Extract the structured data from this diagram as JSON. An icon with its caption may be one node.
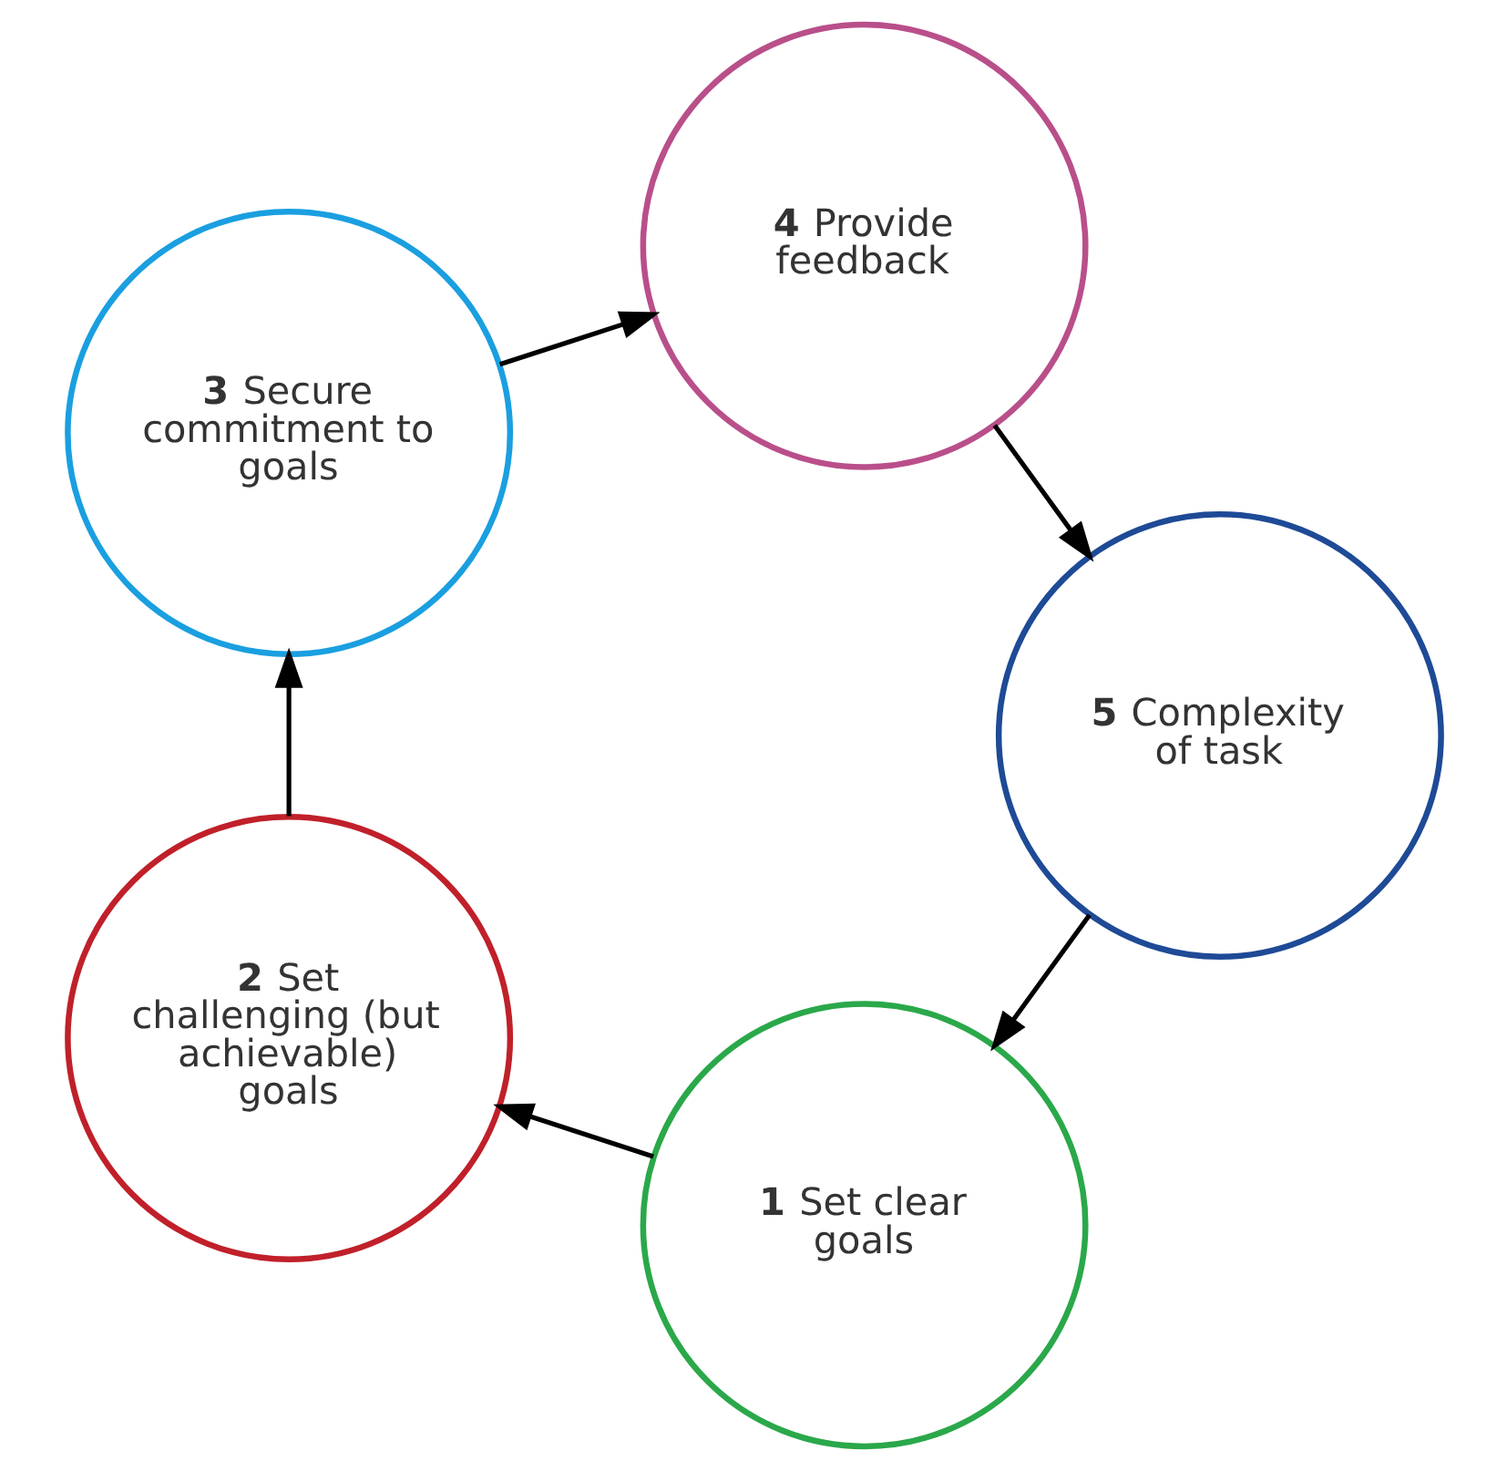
{
  "diagram": {
    "nodes": [
      {
        "text": [
          "**1** Set clear goals"
        ]
      },
      {
        "text": [
          "**2** Set challenging (but achievable) goals"
        ]
      },
      {
        "text": [
          "**3** Secure commitment to goals"
        ]
      },
      {
        "text": [
          "**4** Provide feedback"
        ]
      },
      {
        "text": [
          "**5** Complexity of task"
        ]
      }
    ],
    "edges": [
      {
        "from": 0,
        "to": 1,
        "arrow": "to"
      },
      {
        "from": 1,
        "to": 2,
        "arrow": "to"
      },
      {
        "from": 2,
        "to": 3,
        "arrow": "to"
      },
      {
        "from": 3,
        "to": 4,
        "arrow": "to"
      },
      {
        "from": 4,
        "to": 0,
        "arrow": "to"
      }
    ]
  }
}
